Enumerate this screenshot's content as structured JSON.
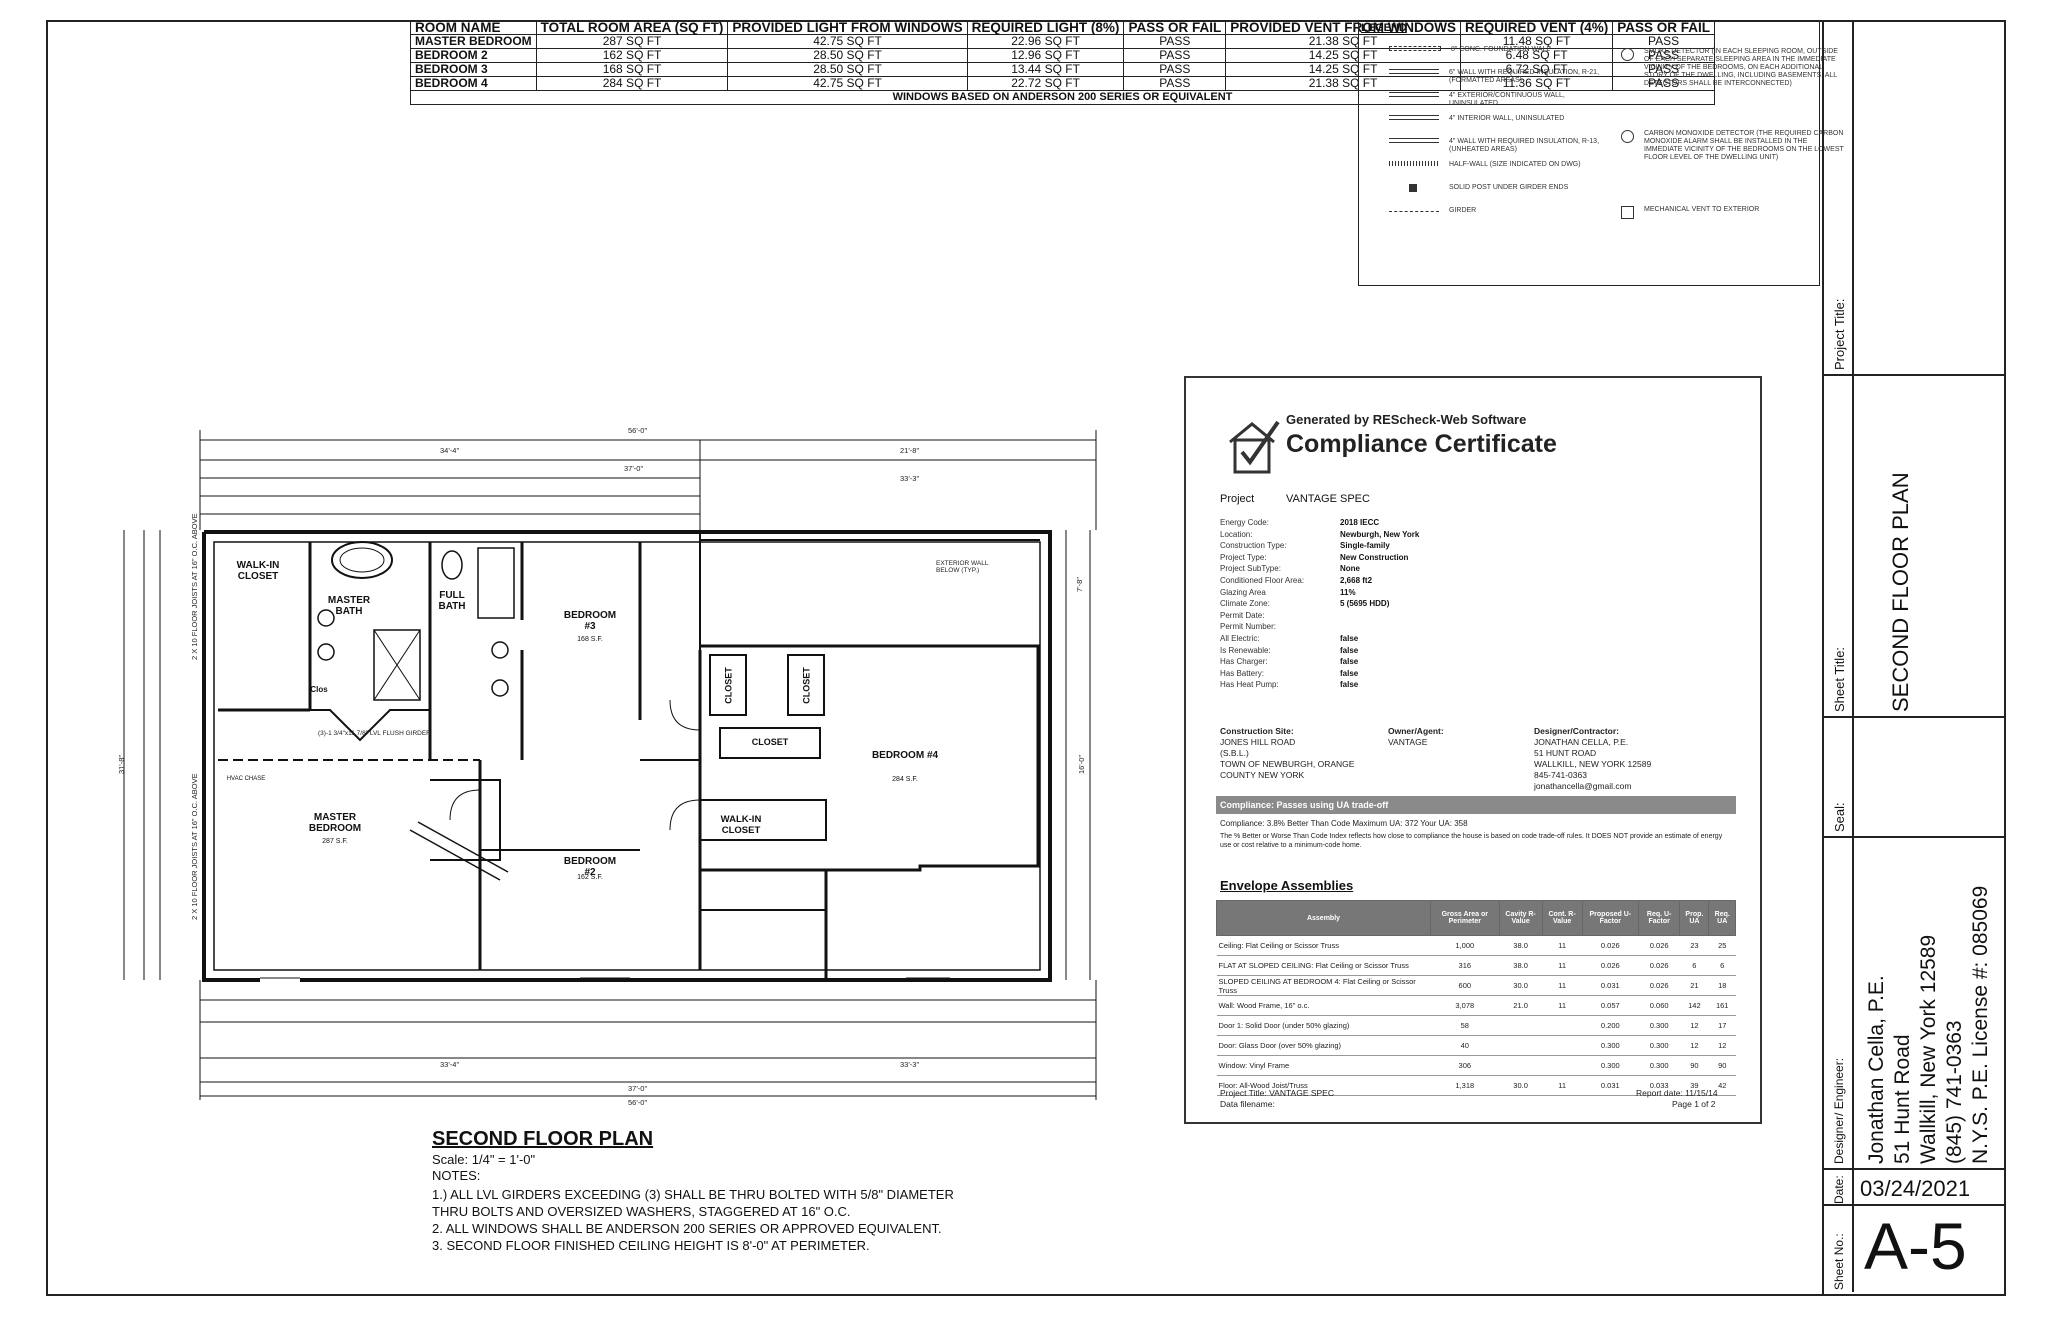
{
  "room_table": {
    "headers": [
      "ROOM NAME",
      "TOTAL ROOM AREA (SQ FT)",
      "PROVIDED LIGHT FROM WINDOWS",
      "REQUIRED LIGHT (8%)",
      "PASS OR FAIL",
      "PROVIDED VENT FROM WINDOWS",
      "REQUIRED VENT (4%)",
      "PASS OR FAIL"
    ],
    "rows": [
      [
        "MASTER BEDROOM",
        "287 SQ FT",
        "42.75 SQ FT",
        "22.96 SQ FT",
        "PASS",
        "21.38 SQ FT",
        "11.48 SQ FT",
        "PASS"
      ],
      [
        "BEDROOM 2",
        "162 SQ FT",
        "28.50 SQ FT",
        "12.96 SQ FT",
        "PASS",
        "14.25 SQ FT",
        "6.48 SQ FT",
        "PASS"
      ],
      [
        "BEDROOM 3",
        "168 SQ FT",
        "28.50 SQ FT",
        "13.44 SQ FT",
        "PASS",
        "14.25 SQ FT",
        "6.72 SQ FT",
        "PASS"
      ],
      [
        "BEDROOM 4",
        "284 SQ FT",
        "42.75 SQ FT",
        "22.72 SQ FT",
        "PASS",
        "21.38 SQ FT",
        "11.36 SQ FT",
        "PASS"
      ]
    ],
    "note": "WINDOWS BASED ON ANDERSON 200 SERIES OR EQUIVALENT"
  },
  "legend": {
    "title": "LEGEND",
    "left_items": [
      "8\" CONC. FOUNDATION WALL",
      "6\" WALL WITH REQUIRED INSULATION, R-21, (FORMATTED AREAS)",
      "4\" EXTERIOR/CONTINUOUS WALL, UNINSULATED",
      "4\" INTERIOR WALL, UNINSULATED",
      "4\" WALL WITH REQUIRED INSULATION, R-13, (UNHEATED AREAS)",
      "HALF-WALL (SIZE INDICATED ON DWG)",
      "SOLID POST UNDER GIRDER ENDS",
      "GIRDER"
    ],
    "right_items": [
      "SMOKE DETECTOR (IN EACH SLEEPING ROOM, OUTSIDE OF EACH SEPARATE SLEEPING AREA IN THE IMMEDIATE VICINITY OF THE BEDROOMS, ON EACH ADDITIONAL STORY OF THE DWELLING, INCLUDING BASEMENTS. ALL DETECTORS SHALL BE INTERCONNECTED)",
      "CARBON MONOXIDE DETECTOR (THE REQUIRED CARBON MONOXIDE ALARM SHALL BE INSTALLED IN THE IMMEDIATE VICINITY OF THE BEDROOMS ON THE LOWEST FLOOR LEVEL OF THE DWELLING UNIT)",
      "MECHANICAL VENT TO EXTERIOR"
    ]
  },
  "certificate": {
    "generated_by": "Generated by REScheck-Web Software",
    "title": "Compliance Certificate",
    "project_label": "Project",
    "project_name": "VANTAGE SPEC",
    "fields": [
      {
        "label": "Energy Code:",
        "value": "2018 IECC"
      },
      {
        "label": "Location:",
        "value": "Newburgh, New York"
      },
      {
        "label": "Construction Type:",
        "value": "Single-family"
      },
      {
        "label": "Project Type:",
        "value": "New Construction"
      },
      {
        "label": "Project SubType:",
        "value": "None"
      },
      {
        "label": "Conditioned Floor Area:",
        "value": "2,668 ft2"
      },
      {
        "label": "Glazing Area",
        "value": "11%"
      },
      {
        "label": "Climate Zone:",
        "value": "5 (5695 HDD)"
      },
      {
        "label": "Permit Date:",
        "value": ""
      },
      {
        "label": "Permit Number:",
        "value": ""
      },
      {
        "label": "All Electric:",
        "value": "false"
      },
      {
        "label": "Is Renewable:",
        "value": "false"
      },
      {
        "label": "Has Charger:",
        "value": "false"
      },
      {
        "label": "Has Battery:",
        "value": "false"
      },
      {
        "label": "Has Heat Pump:",
        "value": "false"
      }
    ],
    "site_label": "Construction Site:",
    "site_lines": [
      "JONES HILL ROAD",
      "(S.B.L.)",
      "TOWN OF NEWBURGH, ORANGE",
      "COUNTY NEW YORK"
    ],
    "owner_label": "Owner/Agent:",
    "owner_lines": [
      "VANTAGE"
    ],
    "designer_label": "Designer/Contractor:",
    "designer_lines": [
      "JONATHAN CELLA, P.E.",
      "51 HUNT ROAD",
      "WALLKILL, NEW YORK 12589",
      "845-741-0363",
      "jonathancella@gmail.com"
    ],
    "compliance_bar": "Compliance: Passes using UA trade-off",
    "compliance_line": "Compliance: 3.8% Better Than Code     Maximum UA: 372     Your UA: 358",
    "statement_1": "The % Better or Worse Than Code Index reflects how close to compliance the house is based on code trade-off rules. It DOES NOT provide an estimate of energy use or cost relative to a minimum-code home.",
    "statement_2": "Envelope Assemblies",
    "envelope_title": "Envelope Assemblies",
    "envelope_headers": [
      "Assembly",
      "Gross Area or Perimeter",
      "Cavity R-Value",
      "Cont. R-Value",
      "Proposed U-Factor",
      "Req. U-Factor",
      "Prop. UA",
      "Req. UA"
    ],
    "envelope_rows": [
      [
        "Ceiling: Flat Ceiling or Scissor Truss",
        "1,000",
        "38.0",
        "11",
        "0.026",
        "0.026",
        "23",
        "25"
      ],
      [
        "FLAT AT SLOPED CEILING: Flat Ceiling or Scissor Truss",
        "316",
        "38.0",
        "11",
        "0.026",
        "0.026",
        "6",
        "6"
      ],
      [
        "SLOPED CEILING AT BEDROOM 4: Flat Ceiling or Scissor Truss",
        "600",
        "30.0",
        "11",
        "0.031",
        "0.026",
        "21",
        "18"
      ],
      [
        "Wall: Wood Frame, 16\" o.c.",
        "3,078",
        "21.0",
        "11",
        "0.057",
        "0.060",
        "142",
        "161"
      ],
      [
        "Door 1: Solid Door (under 50% glazing)",
        "58",
        "",
        "",
        "0.200",
        "0.300",
        "12",
        "17"
      ],
      [
        "Door: Glass Door (over 50% glazing)",
        "40",
        "",
        "",
        "0.300",
        "0.300",
        "12",
        "12"
      ],
      [
        "Window: Vinyl Frame",
        "306",
        "",
        "",
        "0.300",
        "0.300",
        "90",
        "90"
      ],
      [
        "Floor: All-Wood Joist/Truss",
        "1,318",
        "30.0",
        "11",
        "0.031",
        "0.033",
        "39",
        "42"
      ]
    ],
    "footer_project": "Project Title: VANTAGE SPEC",
    "footer_data": "Data filename:",
    "footer_date": "Report date: 11/15/14",
    "footer_page": "Page 1 of 2"
  },
  "plan": {
    "title": "SECOND FLOOR PLAN",
    "scale": "Scale: 1/4\" = 1'-0\"",
    "notes_label": "NOTES:",
    "notes": [
      "1.) ALL LVL GIRDERS EXCEEDING (3) SHALL BE THRU BOLTED WITH 5/8\" DIAMETER",
      "THRU BOLTS AND OVERSIZED WASHERS, STAGGERED AT 16\" O.C.",
      "2.  ALL WINDOWS SHALL BE ANDERSON 200 SERIES OR APPROVED EQUIVALENT.",
      "3.  SECOND FLOOR FINISHED CEILING HEIGHT IS 8'-0\" AT PERIMETER."
    ],
    "rooms": {
      "walk_in_1": "WALK-IN CLOSET",
      "master_bath": "MASTER BATH",
      "full_bath": "FULL BATH",
      "bedroom3": "BEDROOM #3",
      "bedroom3_area": "168 S.F.",
      "closet_a": "CLOSET",
      "closet_b": "CLOSET",
      "closet_c": "CLOSET",
      "bedroom4": "BEDROOM #4",
      "bedroom4_area": "284 S.F.",
      "master_bedroom": "MASTER BEDROOM",
      "master_area": "287 S.F.",
      "bedroom2": "BEDROOM #2",
      "bedroom2_area": "162 S.F.",
      "walk_in_2": "WALK-IN CLOSET",
      "clos": "Clos",
      "hvac": "HVAC CHASE"
    },
    "dims": {
      "top_overall": "56'-0\"",
      "top_left": "34'-4\"",
      "top_right": "21'-8\"",
      "top_mid": "37'-0\"",
      "top_r2": "33'-3\"",
      "bottom_overall": "56'-0\"",
      "bottom_mid": "37'-0\"",
      "bottom_l": "33'-4\"",
      "bottom_r": "33'-3\"",
      "left_overall": "31'-8\"",
      "right_a": "7'-8\"",
      "right_b": "16'-0\""
    },
    "notes_small": {
      "joists_1": "2 X 10 FLOOR JOISTS AT 16\" O.C. ABOVE",
      "joists_2": "2 X 10 FLOOR JOISTS AT 16\" O.C. ABOVE",
      "girder": "(3)-1 3/4\"x11 7/8\" LVL FLUSH GIRDER",
      "ext_wall": "EXTERIOR WALL BELOW (TYP.)"
    }
  },
  "title_block": {
    "project_title_label": "Project Title:",
    "sheet_title_label": "Sheet Title:",
    "sheet_title": "SECOND FLOOR PLAN",
    "seal_label": "Seal:",
    "designer_label": "Designer/ Engineer:",
    "engineer_lines": [
      "Jonathan Cella, P.E.",
      "51 Hunt Road",
      "Wallkill, New York 12589",
      "(845) 741-0363",
      "N.Y.S. P.E. License #: 085069"
    ],
    "date_label": "Date:",
    "date": "03/24/2021",
    "sheet_no_label": "Sheet No.:",
    "sheet_no": "A-5"
  }
}
